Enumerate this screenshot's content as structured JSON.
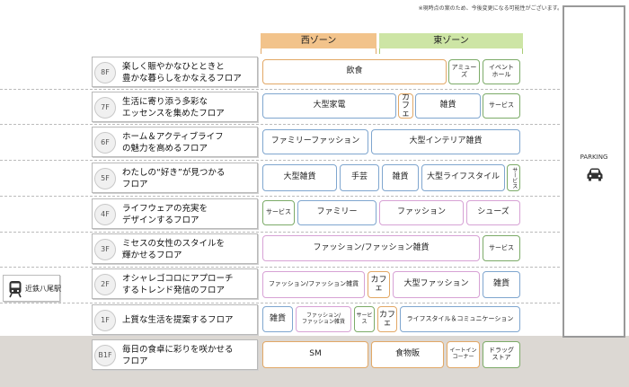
{
  "note": "※現時点の案のため、今後変更になる可能性がございます。",
  "zones": {
    "west": "西ゾーン",
    "east": "東ゾーン"
  },
  "floors": [
    {
      "label": "8F",
      "desc": "楽しく賑やかなひとときと\n豊かな暮らしをかなえるフロア"
    },
    {
      "label": "7F",
      "desc": "生活に寄り添う多彩な\nエッセンスを集めたフロア"
    },
    {
      "label": "6F",
      "desc": "ホーム＆アクティブライフ\nの魅力を高めるフロア"
    },
    {
      "label": "5F",
      "desc": "わたしの“好き”が見つかる\nフロア"
    },
    {
      "label": "4F",
      "desc": "ライフウェアの充実を\nデザインするフロア"
    },
    {
      "label": "3F",
      "desc": "ミセスの女性のスタイルを\n輝かせるフロア"
    },
    {
      "label": "2F",
      "desc": "オシャレゴコロにアプローチ\nするトレンド発信のフロア"
    },
    {
      "label": "1F",
      "desc": "上質な生活を提案するフロア"
    },
    {
      "label": "B1F",
      "desc": "毎日の食卓に彩りを咲かせる\nフロア"
    }
  ],
  "shops": {
    "f8": [
      "飲食",
      "アミューズ",
      "イベント\nホール"
    ],
    "f7": [
      "大型家電",
      "カフェ",
      "雑貨",
      "サービス"
    ],
    "f6": [
      "ファミリーファッション",
      "大型インテリア雑貨"
    ],
    "f5": [
      "大型雑貨",
      "手芸",
      "雑貨",
      "大型ライフスタイル",
      "サービス"
    ],
    "f4": [
      "サービス",
      "ファミリー",
      "ファッション",
      "シューズ"
    ],
    "f3": [
      "ファッション/ファッション雑貨",
      "サービス"
    ],
    "f2": [
      "ファッション/ファッション雑貨",
      "カフェ",
      "大型ファッション",
      "雑貨"
    ],
    "f1": [
      "雑貨",
      "ファッション/\nファッション雑貨",
      "サービス",
      "カフェ",
      "ライフスタイル＆コミュニケーション"
    ],
    "b1": [
      "SM",
      "食物販",
      "イートイン\nコーナー",
      "ドラッグ\nストア"
    ]
  },
  "parking": "PARKING",
  "station": "近鉄八尾駅",
  "colors": {
    "west_zone": "#f2c38b",
    "east_zone": "#cde5a5",
    "ground": "#dcd8d3"
  },
  "icons": {
    "parking": "car-icon",
    "station": "train-icon"
  }
}
